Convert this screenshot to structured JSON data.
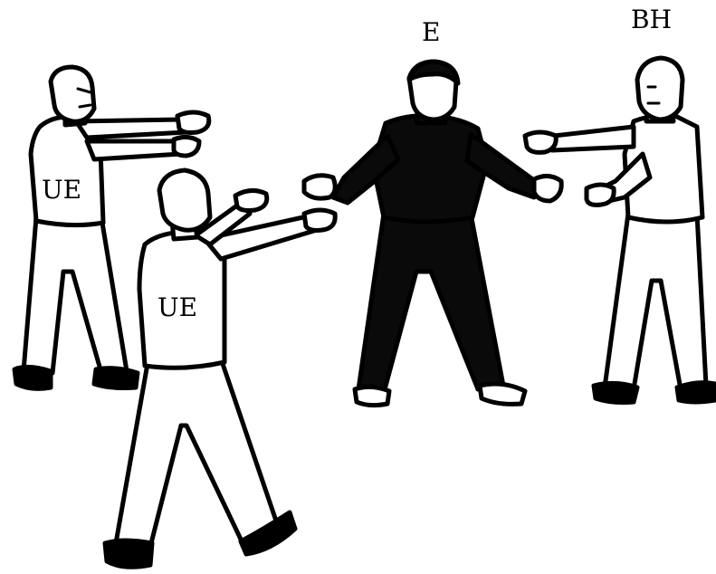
{
  "figure": {
    "labels": {
      "ue_back": "UE",
      "ue_front": "UE",
      "e": "E",
      "bh": "BH"
    }
  },
  "colors": {
    "outline": "#000000",
    "white_fill": "#ffffff",
    "dark_fill": "#0a0a0a",
    "background": "#ffffff"
  }
}
